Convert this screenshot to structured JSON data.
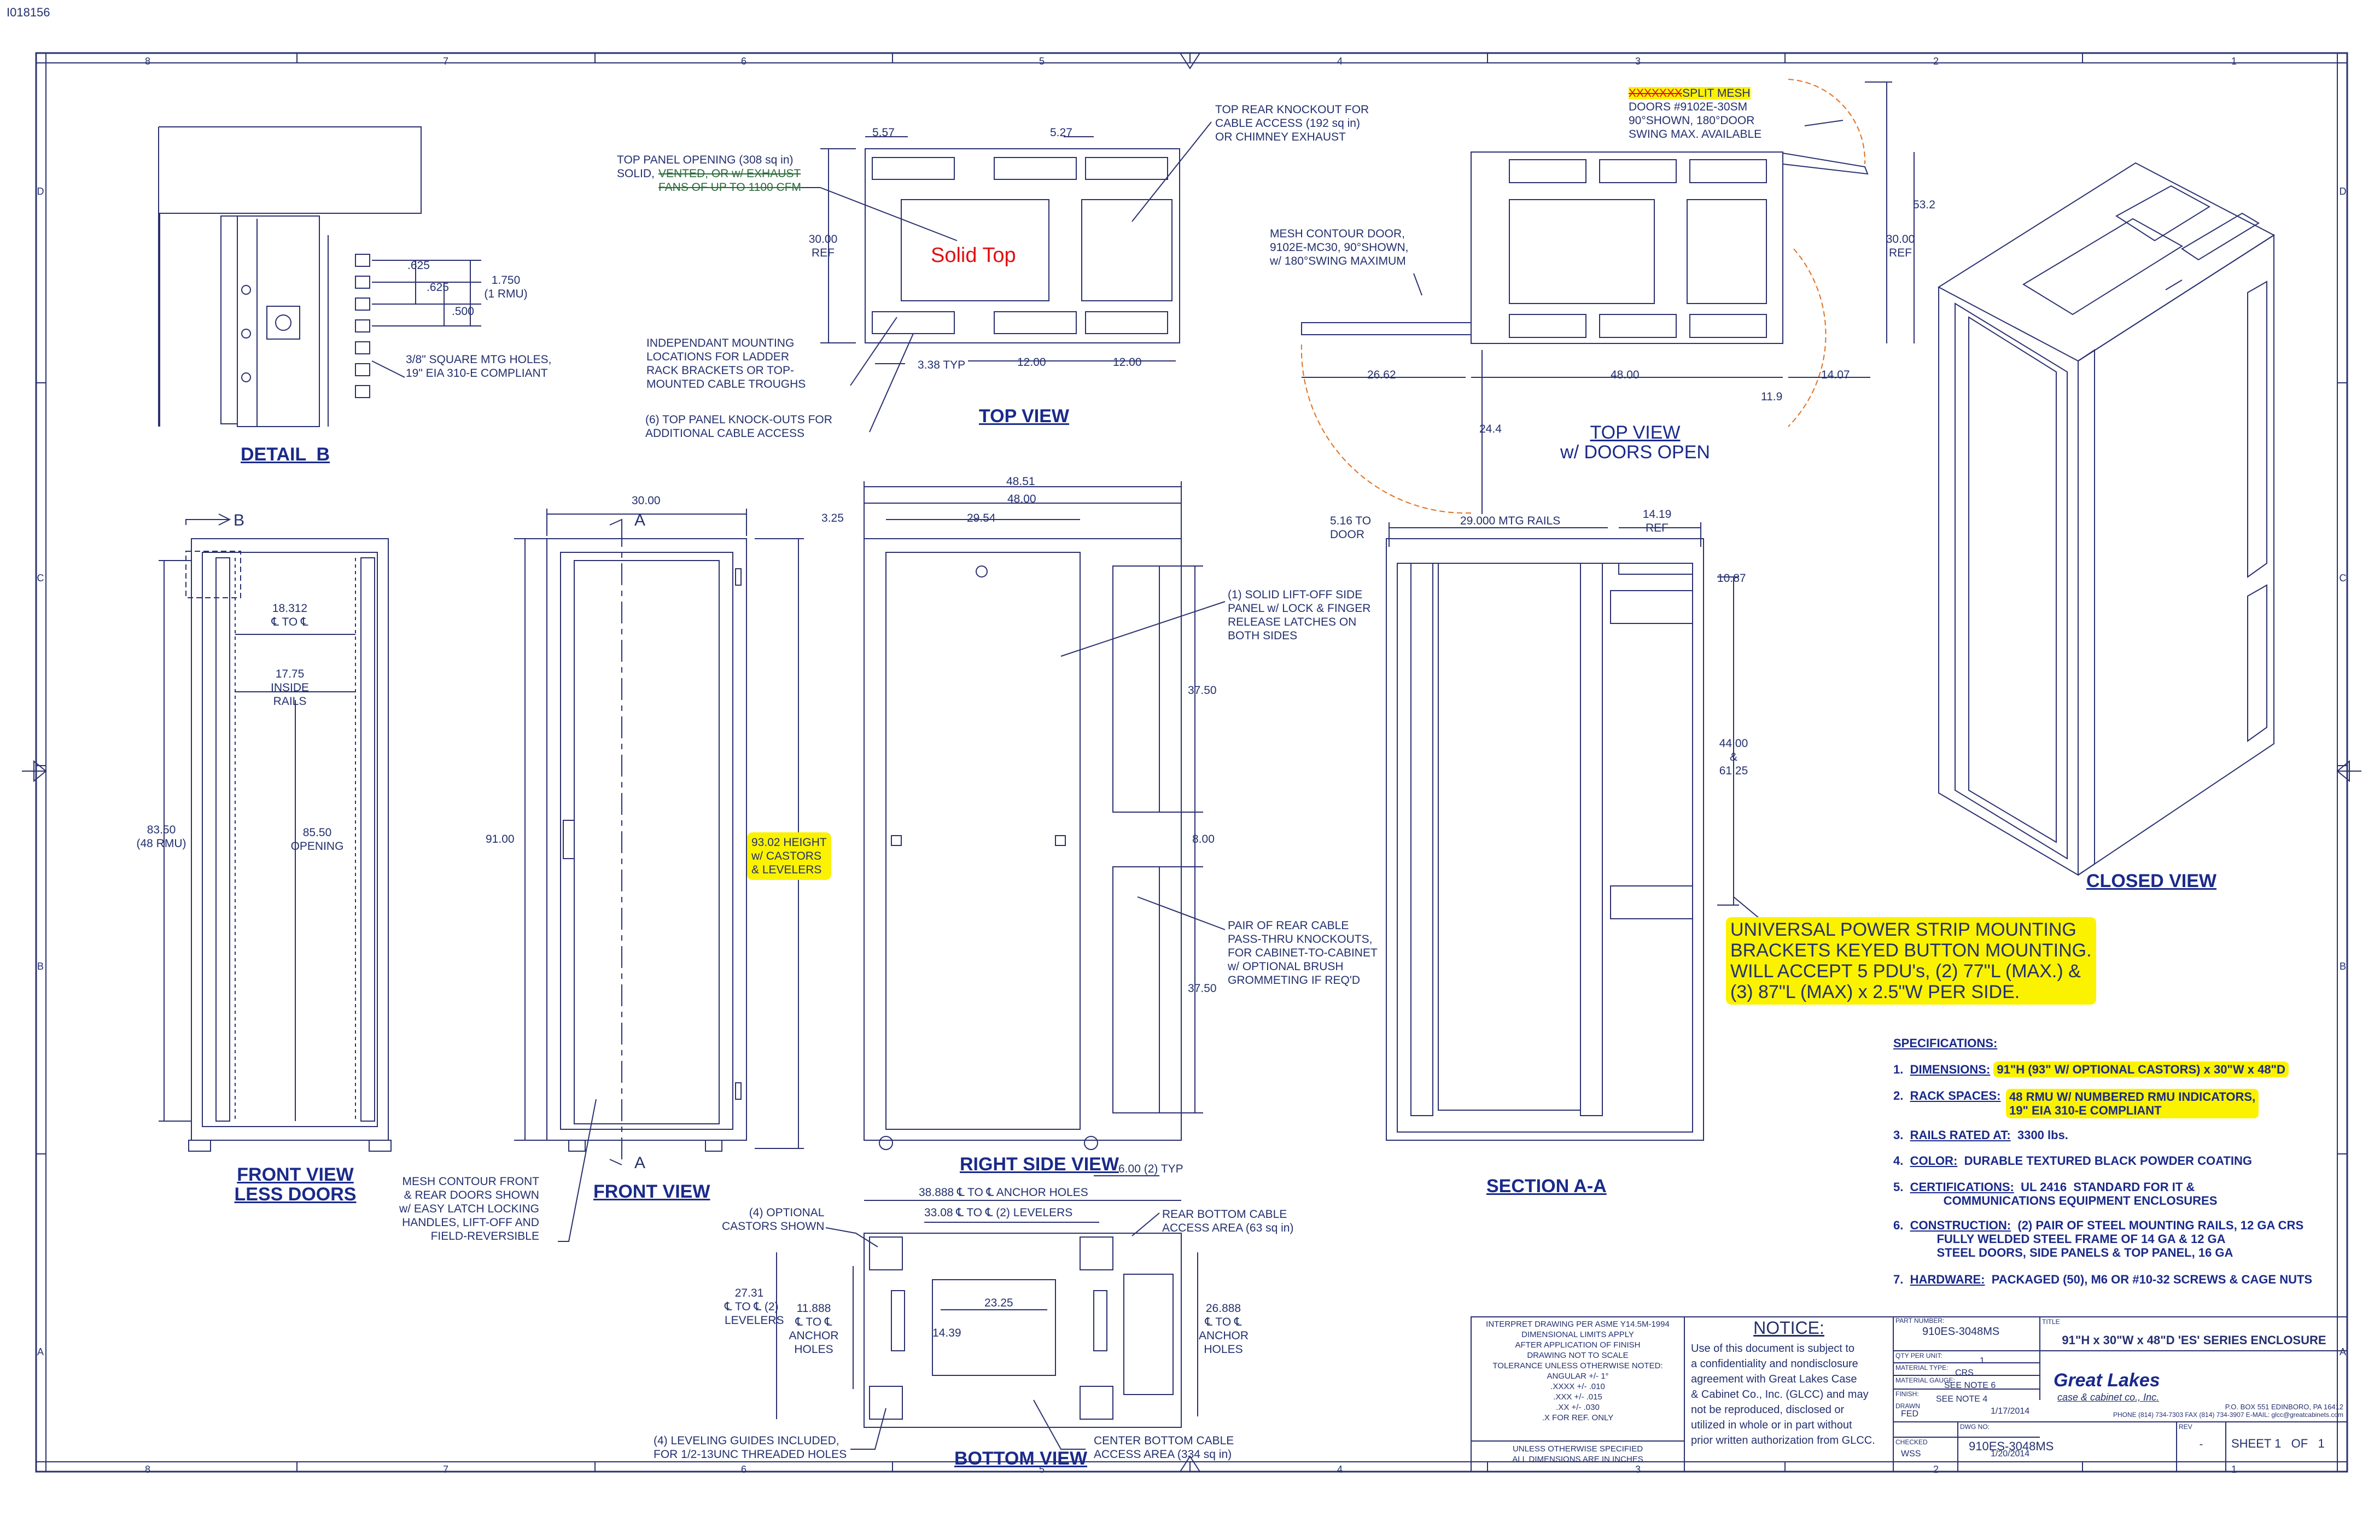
{
  "doc_id": "I018156",
  "zones_top": [
    "8",
    "7",
    "6",
    "5",
    "4",
    "3",
    "2",
    "1"
  ],
  "zones_side": [
    "D",
    "C",
    "B",
    "A"
  ],
  "detail_b": {
    "title": "DETAIL  B",
    "d1": ".625",
    "d2": ".625",
    "d3": ".500",
    "d4": "1.750\n(1 RMU)",
    "note": "3/8\" SQUARE MTG HOLES,\n19\" EIA 310-E COMPLIANT"
  },
  "top_view": {
    "title": "TOP VIEW",
    "opening_a": "TOP PANEL OPENING (308 sq in)\nSOLID, ",
    "opening_strike": "VENTED, OR w/ EXHAUST\nFANS OF UP TO 1100 CFM",
    "solid_top": "Solid Top",
    "dim_557": "5.57",
    "dim_527": "5.27",
    "dim_3000": "30.00\nREF",
    "dim_338": "3.38 TYP",
    "dim_1200a": "12.00",
    "dim_1200b": "12.00",
    "knockout": "TOP REAR KNOCKOUT FOR\nCABLE ACCESS (192 sq in)\nOR CHIMNEY EXHAUST",
    "mounting": "INDEPENDANT MOUNTING\nLOCATIONS FOR LADDER\nRACK BRACKETS OR TOP-\nMOUNTED CABLE TROUGHS",
    "knockouts6": "(6) TOP PANEL KNOCK-OUTS FOR\nADDITIONAL CABLE ACCESS"
  },
  "top_open": {
    "title": "TOP VIEW",
    "subtitle": "w/ DOORS OPEN",
    "strike": "XXXXXXX",
    "split": "SPLIT MESH",
    "split_rest": "DOORS #9102E-30SM\n90°SHOWN, 180°DOOR\nSWING MAX. AVAILABLE",
    "mesh": "MESH CONTOUR DOOR,\n9102E-MC30, 90°SHOWN,\nw/ 180°SWING MAXIMUM",
    "dim_532": "53.2",
    "dim_3000": "30.00\nREF",
    "dim_2662": "26.62",
    "dim_4800": "48.00",
    "dim_1407": "14.07",
    "dim_119": "11.9",
    "dim_244": "24.4"
  },
  "front_less": {
    "title": "FRONT VIEW\nLESS DOORS",
    "b": "B",
    "d1": "18.312\n℄ TO ℄",
    "d2": "17.75\nINSIDE\nRAILS",
    "d3": "83.50\n(48 RMU)",
    "d4": "85.50\nOPENING"
  },
  "front": {
    "title": "FRONT VIEW",
    "a": "A",
    "dim_3000": "30.00",
    "dim_9100": "91.00",
    "height": "93.02 HEIGHT\nw/ CASTORS\n& LEVELERS",
    "mesh": "MESH CONTOUR FRONT\n& REAR DOORS SHOWN\nw/ EASY LATCH LOCKING\nHANDLES, LIFT-OFF AND\nFIELD-REVERSIBLE"
  },
  "right": {
    "title": "RIGHT SIDE VIEW",
    "dim_4851": "48.51",
    "dim_4800": "48.00",
    "dim_325": "3.25",
    "dim_2954": "29.54",
    "dim_3750a": "37.50",
    "dim_800": "8.00",
    "dim_3750b": "37.50",
    "dim_600": "6.00 (2) TYP",
    "side": "(1) SOLID LIFT-OFF SIDE\nPANEL w/ LOCK & FINGER\nRELEASE LATCHES ON\nBOTH SIDES",
    "pass": "PAIR OF REAR CABLE\nPASS-THRU KNOCKOUTS,\nFOR CABINET-TO-CABINET\nw/ OPTIONAL BRUSH\nGROMMETING IF REQ'D"
  },
  "section": {
    "title": "SECTION A-A",
    "d516": "5.16 TO\nDOOR",
    "d29": "29.000 MTG RAILS",
    "d1419": "14.19\nREF",
    "d1087": "10.87",
    "d44": "44.00\n&\n61.25",
    "pdu": "UNIVERSAL POWER STRIP MOUNTING\nBRACKETS KEYED BUTTON MOUNTING.\nWILL ACCEPT 5 PDU's, (2) 77\"L (MAX.) &\n(3) 87\"L (MAX) x 2.5\"W PER SIDE."
  },
  "bottom": {
    "title": "BOTTOM VIEW",
    "d38": "38.888 ℄ TO ℄ ANCHOR HOLES",
    "d33": "33.08 ℄ TO ℄ (2) LEVELERS",
    "castors": "(4) OPTIONAL\nCASTORS SHOWN",
    "rear": "REAR BOTTOM CABLE\nACCESS AREA (63 sq in)",
    "d2731": "27.31\n℄ TO ℄ (2)\nLEVELERS",
    "d11888": "11.888\n℄ TO ℄\nANCHOR\nHOLES",
    "d2325": "23.25",
    "d1439": "14.39",
    "d26888": "26.888\n℄ TO ℄\nANCHOR\nHOLES",
    "leveling": "(4) LEVELING GUIDES INCLUDED,\nFOR 1/2-13UNC THREADED HOLES",
    "center": "CENTER BOTTOM CABLE\nACCESS AREA (334 sq in)"
  },
  "closed": {
    "title": "CLOSED VIEW"
  },
  "specs": {
    "title": "SPECIFICATIONS:",
    "items": [
      {
        "n": "1.",
        "k": "DIMENSIONS:",
        "v": "91\"H (93\" W/ OPTIONAL CASTORS) x 30\"W x 48\"D",
        "hl": true
      },
      {
        "n": "2.",
        "k": "RACK SPACES:",
        "v": "48 RMU W/ NUMBERED RMU INDICATORS,\n19\" EIA 310-E COMPLIANT",
        "hl": true
      },
      {
        "n": "3.",
        "k": "RAILS RATED AT:",
        "v": "3300 lbs.",
        "hl": false
      },
      {
        "n": "4.",
        "k": "COLOR:",
        "v": "DURABLE TEXTURED BLACK POWDER COATING",
        "hl": false
      },
      {
        "n": "5.",
        "k": "CERTIFICATIONS:",
        "v": "UL 2416  STANDARD FOR IT &\n               COMMUNICATIONS EQUIPMENT ENCLOSURES",
        "hl": false
      },
      {
        "n": "6.",
        "k": "CONSTRUCTION:",
        "v": "(2) PAIR OF STEEL MOUNTING RAILS, 12 GA CRS\n             FULLY WELDED STEEL FRAME OF 14 GA & 12 GA\n             STEEL DOORS, SIDE PANELS & TOP PANEL, 16 GA",
        "hl": false
      },
      {
        "n": "7.",
        "k": "HARDWARE:",
        "v": "PACKAGED (50), M6 OR #10-32 SCREWS & CAGE NUTS",
        "hl": false
      }
    ]
  },
  "title_block": {
    "interp": "INTERPRET DRAWING PER ASME Y14.5M-1994\nDIMENSIONAL LIMITS APPLY\nAFTER APPLICATION OF FINISH\nDRAWING NOT TO SCALE\nTOLERANCE UNLESS OTHERWISE NOTED:\nANGULAR +/- 1°\n.XXXX +/- .010\n.XXX +/- .015\n.XX +/- .030\n.X FOR REF. ONLY",
    "units": "UNLESS OTHERWISE SPECIFIED\nALL DIMENSIONS ARE IN INCHES",
    "notice_title": "NOTICE:",
    "notice": "Use of this document is subject to\na confidentiality and nondisclosure\nagreement with Great Lakes Case\n& Cabinet Co., Inc. (GLCC) and may\nnot be reproduced, disclosed or\nutilized in whole or in part without\nprior written authorization from GLCC.",
    "part_label": "PART NUMBER:",
    "part": "910ES-3048MS",
    "qty_label": "QTY PER UNIT:",
    "qty": "1",
    "mat_label": "MATERIAL TYPE:",
    "mat": "CRS",
    "gauge_label": "MATERIAL GAUGE:",
    "gauge": "SEE NOTE 6",
    "finish_label": "FINISH:",
    "finish": "SEE NOTE 4",
    "drawn_label": "DRAWN",
    "drawn_by": "FED",
    "drawn_date": "1/17/2014",
    "checked_label": "CHECKED",
    "checked_by": "WSS",
    "checked_date": "1/20/2014",
    "title_label": "TITLE",
    "title": "91\"H x 30\"W x 48\"D 'ES' SERIES ENCLOSURE",
    "logo_a": "Great Lakes",
    "logo_b": "case & cabinet co., Inc.",
    "address": "P.O. BOX 551 EDINBORO, PA 16412",
    "phone": "PHONE (814) 734-7303 FAX (814) 734-3907 E-MAIL: glcc@greatcabinets.com",
    "dwg_label": "DWG NO:",
    "dwg": "910ES-3048MS",
    "rev_label": "REV",
    "rev": "-",
    "sheet": "SHEET 1   OF   1"
  }
}
